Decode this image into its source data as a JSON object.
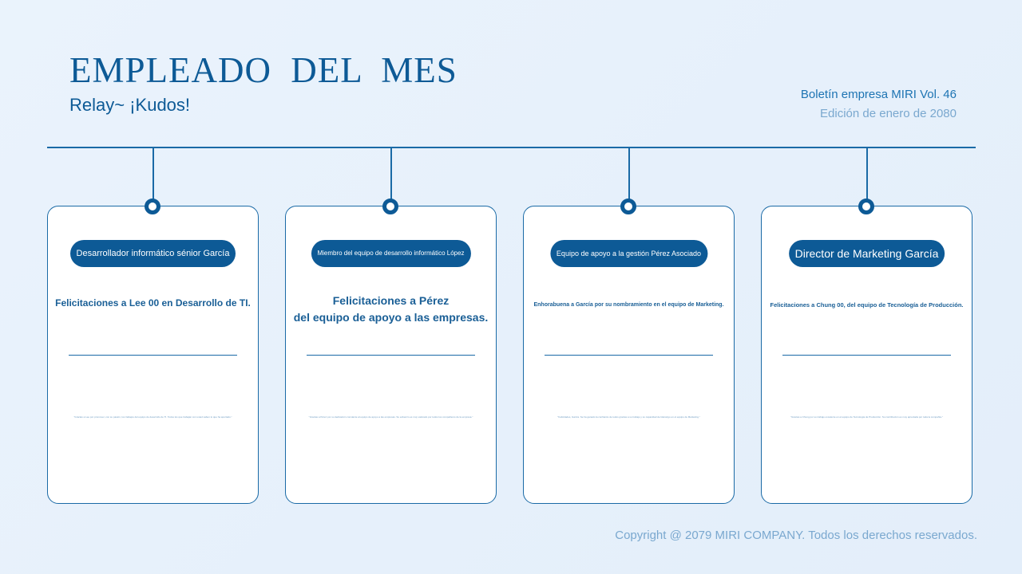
{
  "header": {
    "title": "EMPLEADO DEL MES",
    "subtitle": "Relay~ ¡Kudos!",
    "volume": "Boletín empresa MIRI Vol. 46",
    "edition": "Edición de enero de 2080"
  },
  "cards": [
    {
      "role": "Desarrollador informático sénior García",
      "message_line1": "Felicitaciones a Lee 00 en Desarrollo de TI.",
      "message_line2": "",
      "quote": "\"Gracias a Lee por promover, con su pasión, los trabajos del equipo de desarrollo de TI. Todos los que trabajan con usted saben lo que ha aportado.\""
    },
    {
      "role": "Miembro del equipo de desarrollo informático López",
      "message_line1": "Felicitaciones a Pérez",
      "message_line2": "del equipo de apoyo a las empresas.",
      "quote": "\"Gracias a Pérez por su dedicación constante al equipo de apoyo a las empresas. Su esfuerzo es muy valorado por todos los compañeros de la empresa.\""
    },
    {
      "role": "Equipo de apoyo a la gestión Pérez Asociado",
      "message_line1": "Enhorabuena a García por su nombramiento en el equipo de Marketing.",
      "message_line2": "",
      "quote": "\"Felicidades, García. Se ha ganado la confianza de todos gracias a su trabajo y su capacidad de liderazgo en el equipo de Marketing.\""
    },
    {
      "role": "Director de Marketing García",
      "message_line1": "Felicitaciones a Chung 00, del equipo de Tecnología de Producción.",
      "message_line2": "",
      "quote": "\"Gracias a Chung por su trabajo excelente en el equipo de Tecnología de Producción. Su contribución es muy apreciada por toda la compañía.\""
    }
  ],
  "footer": {
    "copyright": "Copyright @ 2079 MIRI COMPANY. Todos los derechos reservados."
  },
  "colors": {
    "primary": "#0d5a96",
    "line": "#1a6aa6",
    "muted": "#7aa8cf",
    "background": "#e8f2fb"
  }
}
